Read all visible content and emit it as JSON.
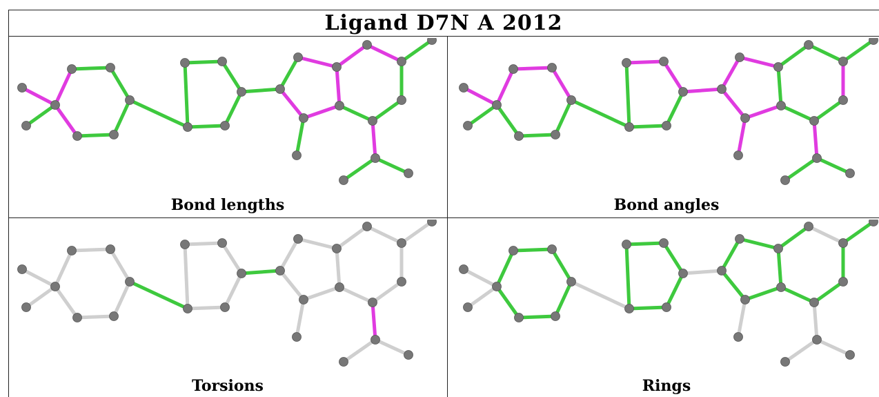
{
  "title": "Ligand D7N A 2012",
  "colors": {
    "green": "#3ec93e",
    "magenta": "#e03be0",
    "light": "#cfcfcf",
    "atom": "#777777"
  },
  "panels": [
    {
      "label": "Bond lengths"
    },
    {
      "label": "Bond angles"
    },
    {
      "label": "Torsions"
    },
    {
      "label": "Rings"
    }
  ]
}
